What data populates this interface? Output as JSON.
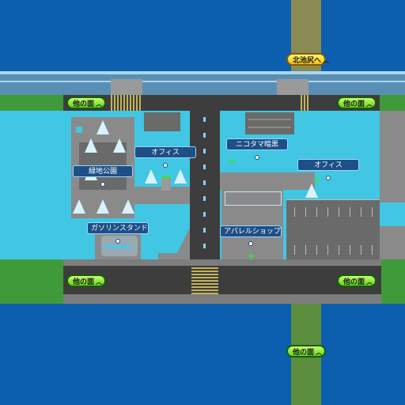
{
  "map": {
    "nav_buttons": [
      {
        "id": "north",
        "label": "北池尻へ",
        "chevron": "︿",
        "style": "yellow"
      },
      {
        "id": "west-top",
        "label": "他の面",
        "chevron": "︿",
        "style": "green"
      },
      {
        "id": "east-top",
        "label": "他の面",
        "chevron": "︿",
        "style": "green"
      },
      {
        "id": "west-bottom",
        "label": "他の面",
        "chevron": "︿",
        "style": "green"
      },
      {
        "id": "east-bottom",
        "label": "他の面",
        "chevron": "︿",
        "style": "green"
      },
      {
        "id": "south",
        "label": "他の面",
        "chevron": "︿",
        "style": "green"
      }
    ],
    "places": [
      {
        "id": "office-1",
        "label": "オフィス"
      },
      {
        "id": "nikotama-dori",
        "label": "ニコタマ暗黒"
      },
      {
        "id": "office-2",
        "label": "オフィス"
      },
      {
        "id": "ryokuchi-park",
        "label": "緑地公園"
      },
      {
        "id": "gas-station",
        "label": "ガソリンスタンド"
      },
      {
        "id": "apparel-shop",
        "label": "アパレルショップ"
      }
    ]
  },
  "colors": {
    "water": "#0b5fae",
    "ground": "#41c6e4",
    "road": "#3d3d3d",
    "grass": "#3f9a3a",
    "nav_green": "#5ccf1e",
    "nav_yellow": "#f4c60c",
    "label_bg": "#1e4f86"
  }
}
